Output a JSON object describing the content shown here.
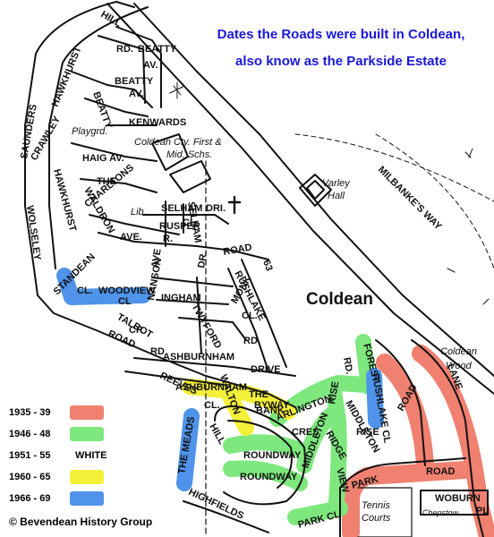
{
  "title_line1": "Dates the Roads were built in Coldean,",
  "title_line2": "also know as the Parkside Estate",
  "copyright": "© Bevendean History Group",
  "legend": [
    {
      "period": "1935 - 39",
      "color": "#f08070",
      "text": ""
    },
    {
      "period": "1946 - 48",
      "color": "#7ee87e",
      "text": ""
    },
    {
      "period": "1951 - 55",
      "color": "",
      "text": "WHITE"
    },
    {
      "period": "1960 - 65",
      "color": "#f4f03a",
      "text": ""
    },
    {
      "period": "1966 - 69",
      "color": "#4f93ea",
      "text": ""
    }
  ],
  "places": {
    "coldean": "Coldean",
    "school1": "Coldean Cty. First &",
    "school2": "Mid. Schs.",
    "varley1": "Varley",
    "varley2": "Hall",
    "playground": "Playgrd.",
    "library": "Lib.",
    "wood1": "Coldean",
    "wood2": "Wood",
    "tennis1": "Tennis",
    "tennis2": "Courts",
    "chepstow": "Chepstow",
    "route": "63"
  },
  "roads": {
    "saunders": "SAUNDERS",
    "hill": "HILL",
    "hawkhurst_top": "HAWKHURST",
    "rd_top": "RD.",
    "beatty1": "BEATTY",
    "av1": "AV.",
    "beatty2": "BEATTY",
    "av2": "AV.",
    "beatty3": "BEATTY",
    "kenwards": "KENWARDS",
    "crawley": "CRAWLEY",
    "hawkhurst_side": "HAWKHURST",
    "haig": "HAIG  AV.",
    "the": "THE",
    "charltons": "CHARLTONS",
    "waldron": "WALDRON",
    "ave": "AVE.",
    "selham1": "SELHAM",
    "dri": "DRI.",
    "selham2": "SELHAM",
    "cl": "CL.",
    "rusper": "RUSPER",
    "r": "R.",
    "ave2": "AVE",
    "wolseley": "WOLSELEY",
    "road_main": "ROAD",
    "rushlake": "RUSHLAKE",
    "dr": "DR.",
    "standean": "STANDEAN",
    "cl_s": "CL.",
    "woodview": "WOODVIEW",
    "cl_w": "CL",
    "nanson": "NANSON",
    "ingham": "INGHAM",
    "monk": "MONK",
    "cl_m": "CL.",
    "talbot": "TALBOT",
    "cr": "CR",
    "twyford": "TWYFORD",
    "rd_tw": "RD.",
    "road_low": "ROAD",
    "rd2": "RD",
    "ashburnham1": "ASHBURNHAM",
    "drive": "DRIVE",
    "reeves": "REEVES",
    "ashburnham2": "ASHBURNHAM",
    "cl_a": "CL.",
    "walton": "WALTON",
    "bank": "BANK",
    "the_byway": "THE",
    "byway": "BYWAY",
    "hill_r": "HILL",
    "the_meads": "THE MEADS",
    "arlington": "ARLINGTON",
    "cres": "CRES",
    "rise": "RISE",
    "middleton1": "MIDDLETON",
    "rise2": "RISE",
    "middleton2": "MIDDLETON",
    "ridge": "RIDGE",
    "view": "VIEW",
    "roundway1": "ROUNDWAY",
    "roundway2": "ROUNDWAY",
    "highfields": "HIGHFIELDS",
    "forest": "FOREST",
    "rd_f": "RD.",
    "rushlake_cl": "RUSHLAKE CL",
    "road_p": "ROAD",
    "park": "PARK",
    "road_p2": "ROAD",
    "lane": "LANE",
    "park_cl": "PARK  CL",
    "woburn": "WOBURN",
    "pl": "PL",
    "milbanke": "MILBANKE'S WAY"
  }
}
